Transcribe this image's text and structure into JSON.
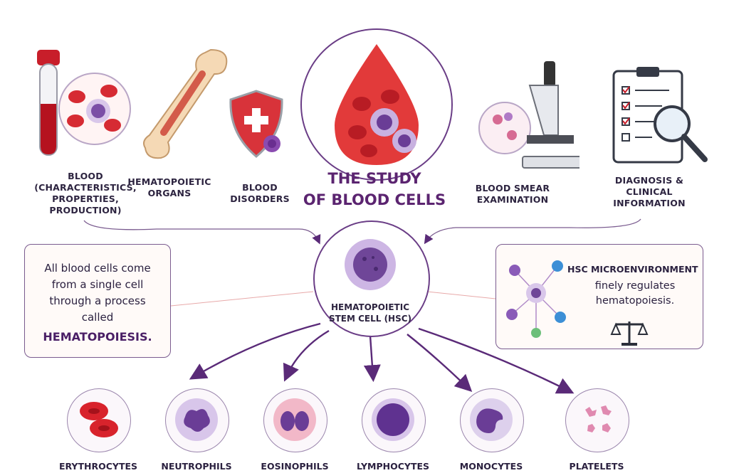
{
  "title": {
    "line1": "THE STUDY",
    "line2": "OF BLOOD CELLS"
  },
  "top_topics": [
    {
      "id": "blood",
      "lines": [
        "BLOOD",
        "(CHARACTERISTICS,",
        "PROPERTIES,",
        "PRODUCTION)"
      ]
    },
    {
      "id": "organs",
      "lines": [
        "HEMATOPOIETIC",
        "ORGANS"
      ]
    },
    {
      "id": "disorders",
      "lines": [
        "BLOOD DISORDERS"
      ]
    },
    {
      "id": "smear",
      "lines": [
        "BLOOD SMEAR",
        "EXAMINATION"
      ]
    },
    {
      "id": "diagnosis",
      "lines": [
        "DIAGNOSIS &",
        "CLINICAL",
        "INFORMATION"
      ]
    }
  ],
  "center": {
    "line1": "HEMATOPOIETIC",
    "line2": "STEM CELL (HSC)"
  },
  "left_box": {
    "lines": [
      "All blood cells come",
      "from a single cell",
      "through a process",
      "called"
    ],
    "highlight": "HEMATOPOIESIS."
  },
  "right_box": {
    "heading": "HSC MICROENVIRONMENT",
    "lines": [
      "finely regulates",
      "hematopoiesis."
    ]
  },
  "cell_types": [
    "ERYTHROCYTES",
    "NEUTROPHILS",
    "EOSINOPHILS",
    "LYMPHOCYTES",
    "MONOCYTES",
    "PLATELETS"
  ],
  "icons": [
    "test-tube-icon",
    "bone-icon",
    "shield-virus-icon",
    "blood-drop-icon",
    "microscope-icon",
    "clipboard-magnifier-icon",
    "scale-icon"
  ],
  "colors": {
    "accent_purple": "#5b2470",
    "arrow_purple": "#5a2a78",
    "blood_red": "#d42a2a",
    "cell_purple": "#7b4fa6"
  }
}
